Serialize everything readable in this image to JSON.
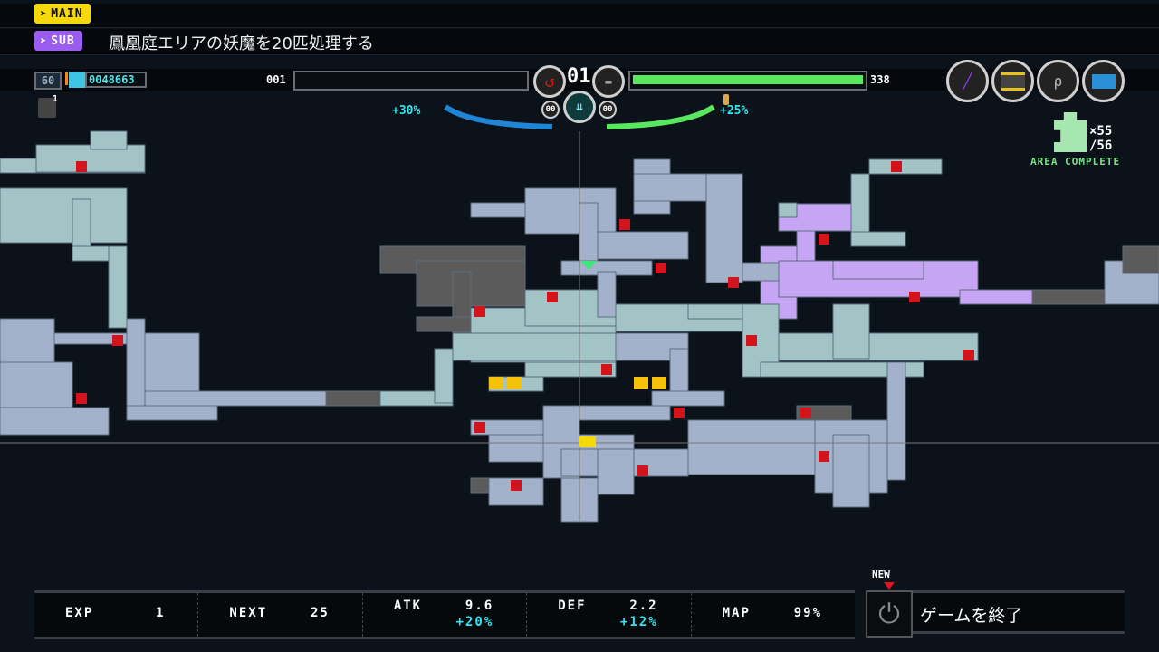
{
  "quests": {
    "main_label": "MAIN",
    "sub_label": "SUB",
    "sub_text": "鳳凰庭エリアの妖魔を20匹処理する"
  },
  "hud": {
    "level": "60",
    "money": "0048663",
    "armor_count": "1",
    "left_counter": "001",
    "center_number": "01",
    "right_counter": "338",
    "left_ammo": "00",
    "right_ammo": "00",
    "left_bonus": "+30%",
    "right_bonus": "+25%",
    "hp_fraction": 1.0,
    "left_bar_fraction": 0.0
  },
  "items": [
    {
      "icon": "syringe-icon"
    },
    {
      "icon": "keycard-icon"
    },
    {
      "icon": "whip-icon"
    },
    {
      "icon": "blue-card-icon"
    }
  ],
  "collectibles": {
    "count": "×55",
    "total": "/56",
    "status": "AREA COMPLETE"
  },
  "stats": {
    "exp_label": "EXP",
    "exp_value": "1",
    "next_label": "NEXT",
    "next_value": "25",
    "atk_label": "ATK",
    "atk_value": "9.6",
    "atk_bonus": "+20%",
    "def_label": "DEF",
    "def_value": "2.2",
    "def_bonus": "+12%",
    "map_label": "MAP",
    "map_value": "99%"
  },
  "quit": {
    "new_badge": "NEW",
    "label": "ゲームを終了"
  },
  "colors": {
    "main_tag": "#f5d90a",
    "sub_tag": "#9b5cf0",
    "hp": "#58e85e",
    "bonus": "#35e4ef",
    "room_teal": "#a3c4c6",
    "room_blue": "#a4b1ca",
    "room_gray": "#5b5b5b",
    "room_purple": "#c6a6f4",
    "save_room": "#d4141c"
  }
}
